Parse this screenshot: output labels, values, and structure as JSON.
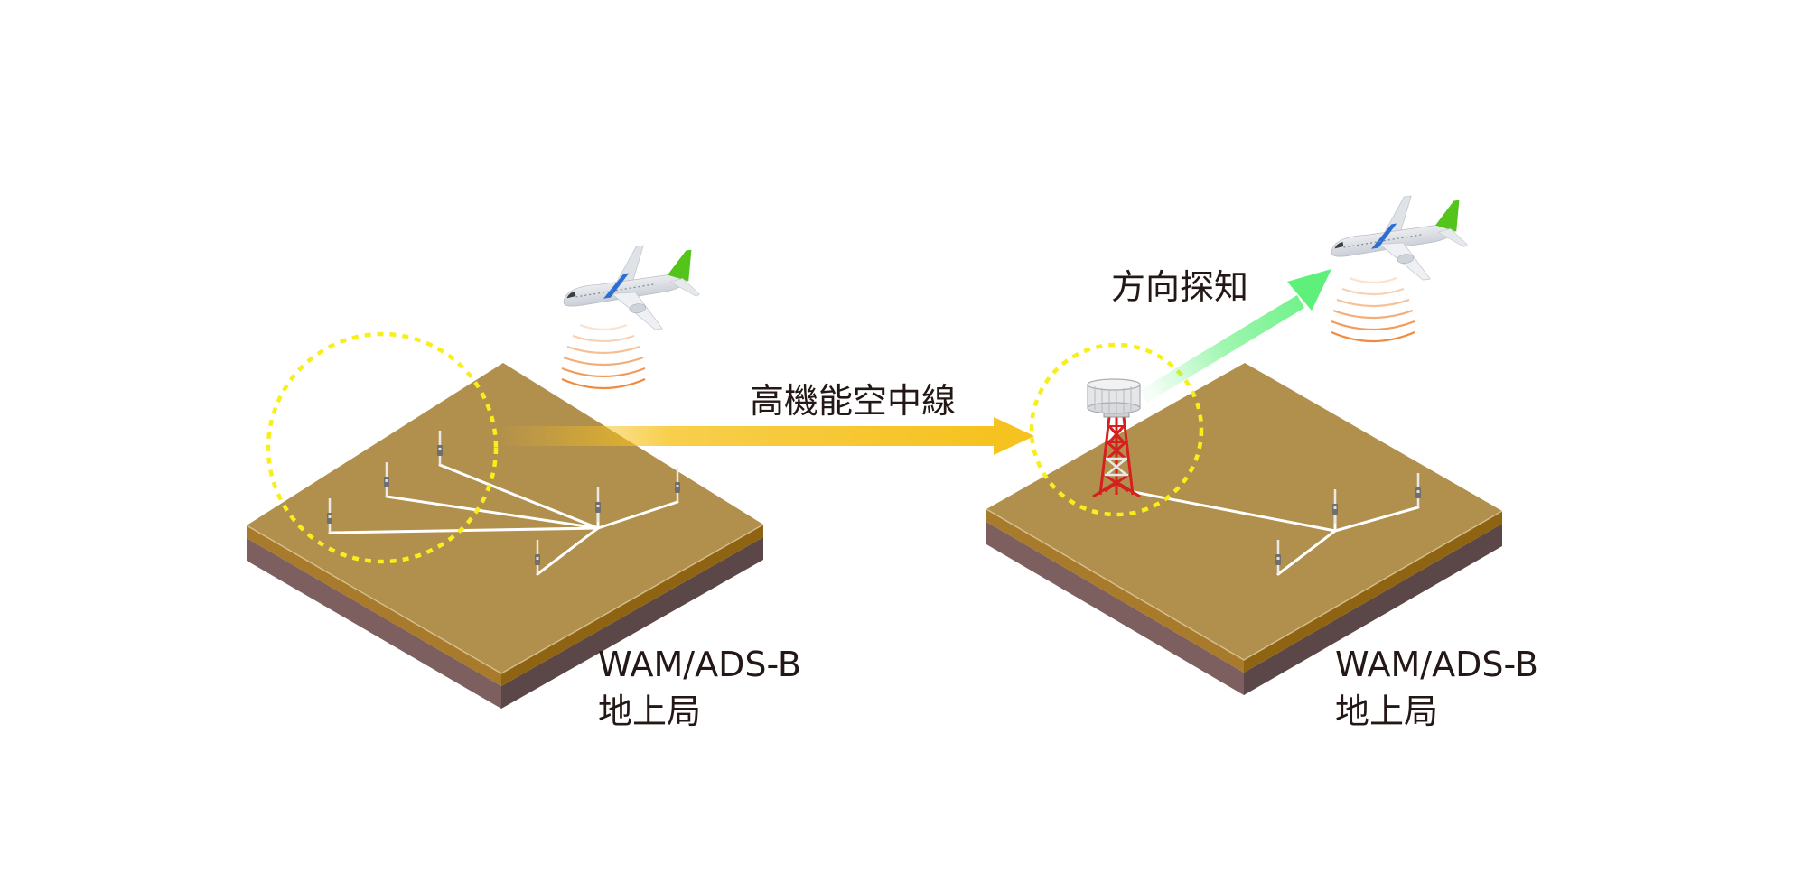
{
  "diagram": {
    "left_station": {
      "label_line1": "WAM/ADS-B",
      "label_line2": "地上局"
    },
    "right_station": {
      "label_line1": "WAM/ADS-B",
      "label_line2": "地上局"
    },
    "transition_label": "高機能空中線",
    "direction_label": "方向探知",
    "colors": {
      "ground_top": "#b18f4d",
      "ground_edge": "#9a6a14",
      "soil_left": "#7d5f60",
      "soil_right": "#5b4747",
      "highlight_circle": "#f7ef1c",
      "transition_arrow": "#f6c21f",
      "direction_arrow": "#5ef07a",
      "signal_waves": "#f08a3c",
      "antenna_cable": "#ffffff",
      "tower_red": "#d6201f",
      "aircraft_tail": "#52c41a",
      "aircraft_stripe": "#2b6fd6"
    },
    "icons": [
      "aircraft-icon",
      "signal-waves-icon",
      "ground-antenna-icon",
      "lattice-tower-icon",
      "radar-antenna-icon"
    ]
  }
}
